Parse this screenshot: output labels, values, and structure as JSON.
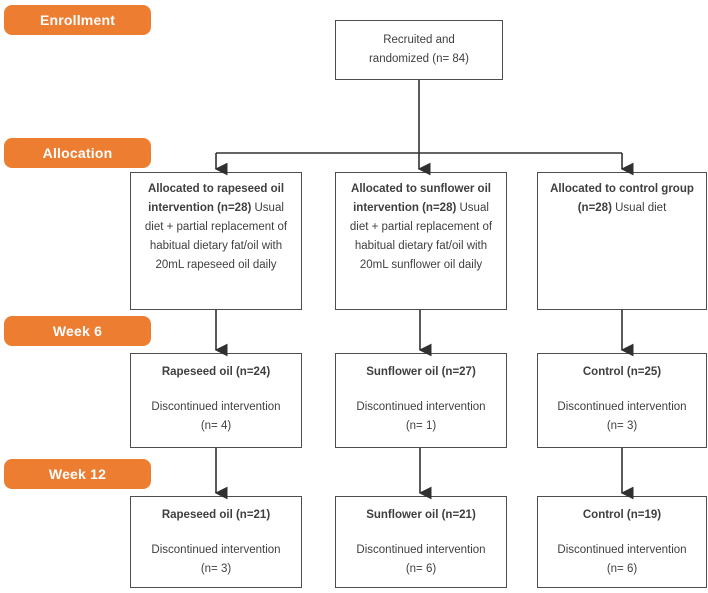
{
  "colors": {
    "accent_orange": "#ED7D31",
    "box_border": "#4d4d4d",
    "arrow": "#303030",
    "text": "#3f3f3f"
  },
  "stage_labels": {
    "enrollment": "Enrollment",
    "allocation": "Allocation",
    "week6": "Week 6",
    "week12": "Week 12"
  },
  "flow": {
    "recruited": "Recruited and randomized (n= 84)",
    "allocation": [
      {
        "title": "Allocated to rapeseed oil intervention (n=28)",
        "body": "Usual diet + partial replacement of habitual dietary fat/oil with 20mL rapeseed oil daily"
      },
      {
        "title": "Allocated to sunflower oil intervention (n=28)",
        "body": "Usual diet + partial replacement of habitual dietary fat/oil with 20mL sunflower oil daily"
      },
      {
        "title": "Allocated to control group (n=28)",
        "body": "Usual diet"
      }
    ],
    "week6": [
      {
        "title": "Rapeseed oil (n=24)",
        "body": "Discontinued intervention",
        "n": "(n= 4)"
      },
      {
        "title": "Sunflower oil (n=27)",
        "body": "Discontinued intervention",
        "n": "(n= 1)"
      },
      {
        "title": "Control (n=25)",
        "body": "Discontinued intervention",
        "n": "(n= 3)"
      }
    ],
    "week12": [
      {
        "title": "Rapeseed oil (n=21)",
        "body": "Discontinued intervention",
        "n": "(n= 3)"
      },
      {
        "title": "Sunflower oil (n=21)",
        "body": "Discontinued intervention",
        "n": "(n= 6)"
      },
      {
        "title": "Control (n=19)",
        "body": "Discontinued intervention",
        "n": "(n= 6)"
      }
    ]
  }
}
